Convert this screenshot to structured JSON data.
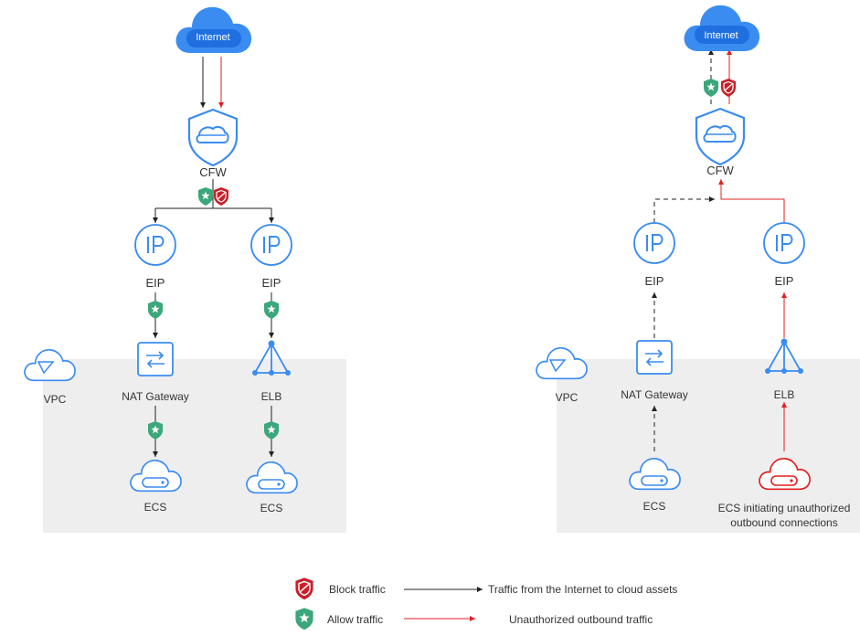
{
  "left": {
    "internet": "Internet",
    "cfw": "CFW",
    "eip_left": "EIP",
    "eip_right": "EIP",
    "nat": "NAT Gateway",
    "elb": "ELB",
    "vpc": "VPC",
    "ecs_left": "ECS",
    "ecs_right": "ECS"
  },
  "right": {
    "internet": "Internet",
    "cfw": "CFW",
    "eip_left": "EIP",
    "eip_right": "EIP",
    "nat": "NAT Gateway",
    "elb": "ELB",
    "vpc": "VPC",
    "ecs_left": "ECS",
    "ecs_right": "ECS initiating unauthorized outbound connections"
  },
  "legend": {
    "block": "Block traffic",
    "allow": "Allow traffic",
    "inbound": "Traffic from the Internet to cloud assets",
    "outbound": "Unauthorized outbound traffic"
  },
  "colors": {
    "blue": "#3a8cf0",
    "black": "#222222",
    "red": "#e02020",
    "allow_green": "#3ba77a",
    "block_red": "#c8202a",
    "vpc_bg": "#eeeeee"
  }
}
